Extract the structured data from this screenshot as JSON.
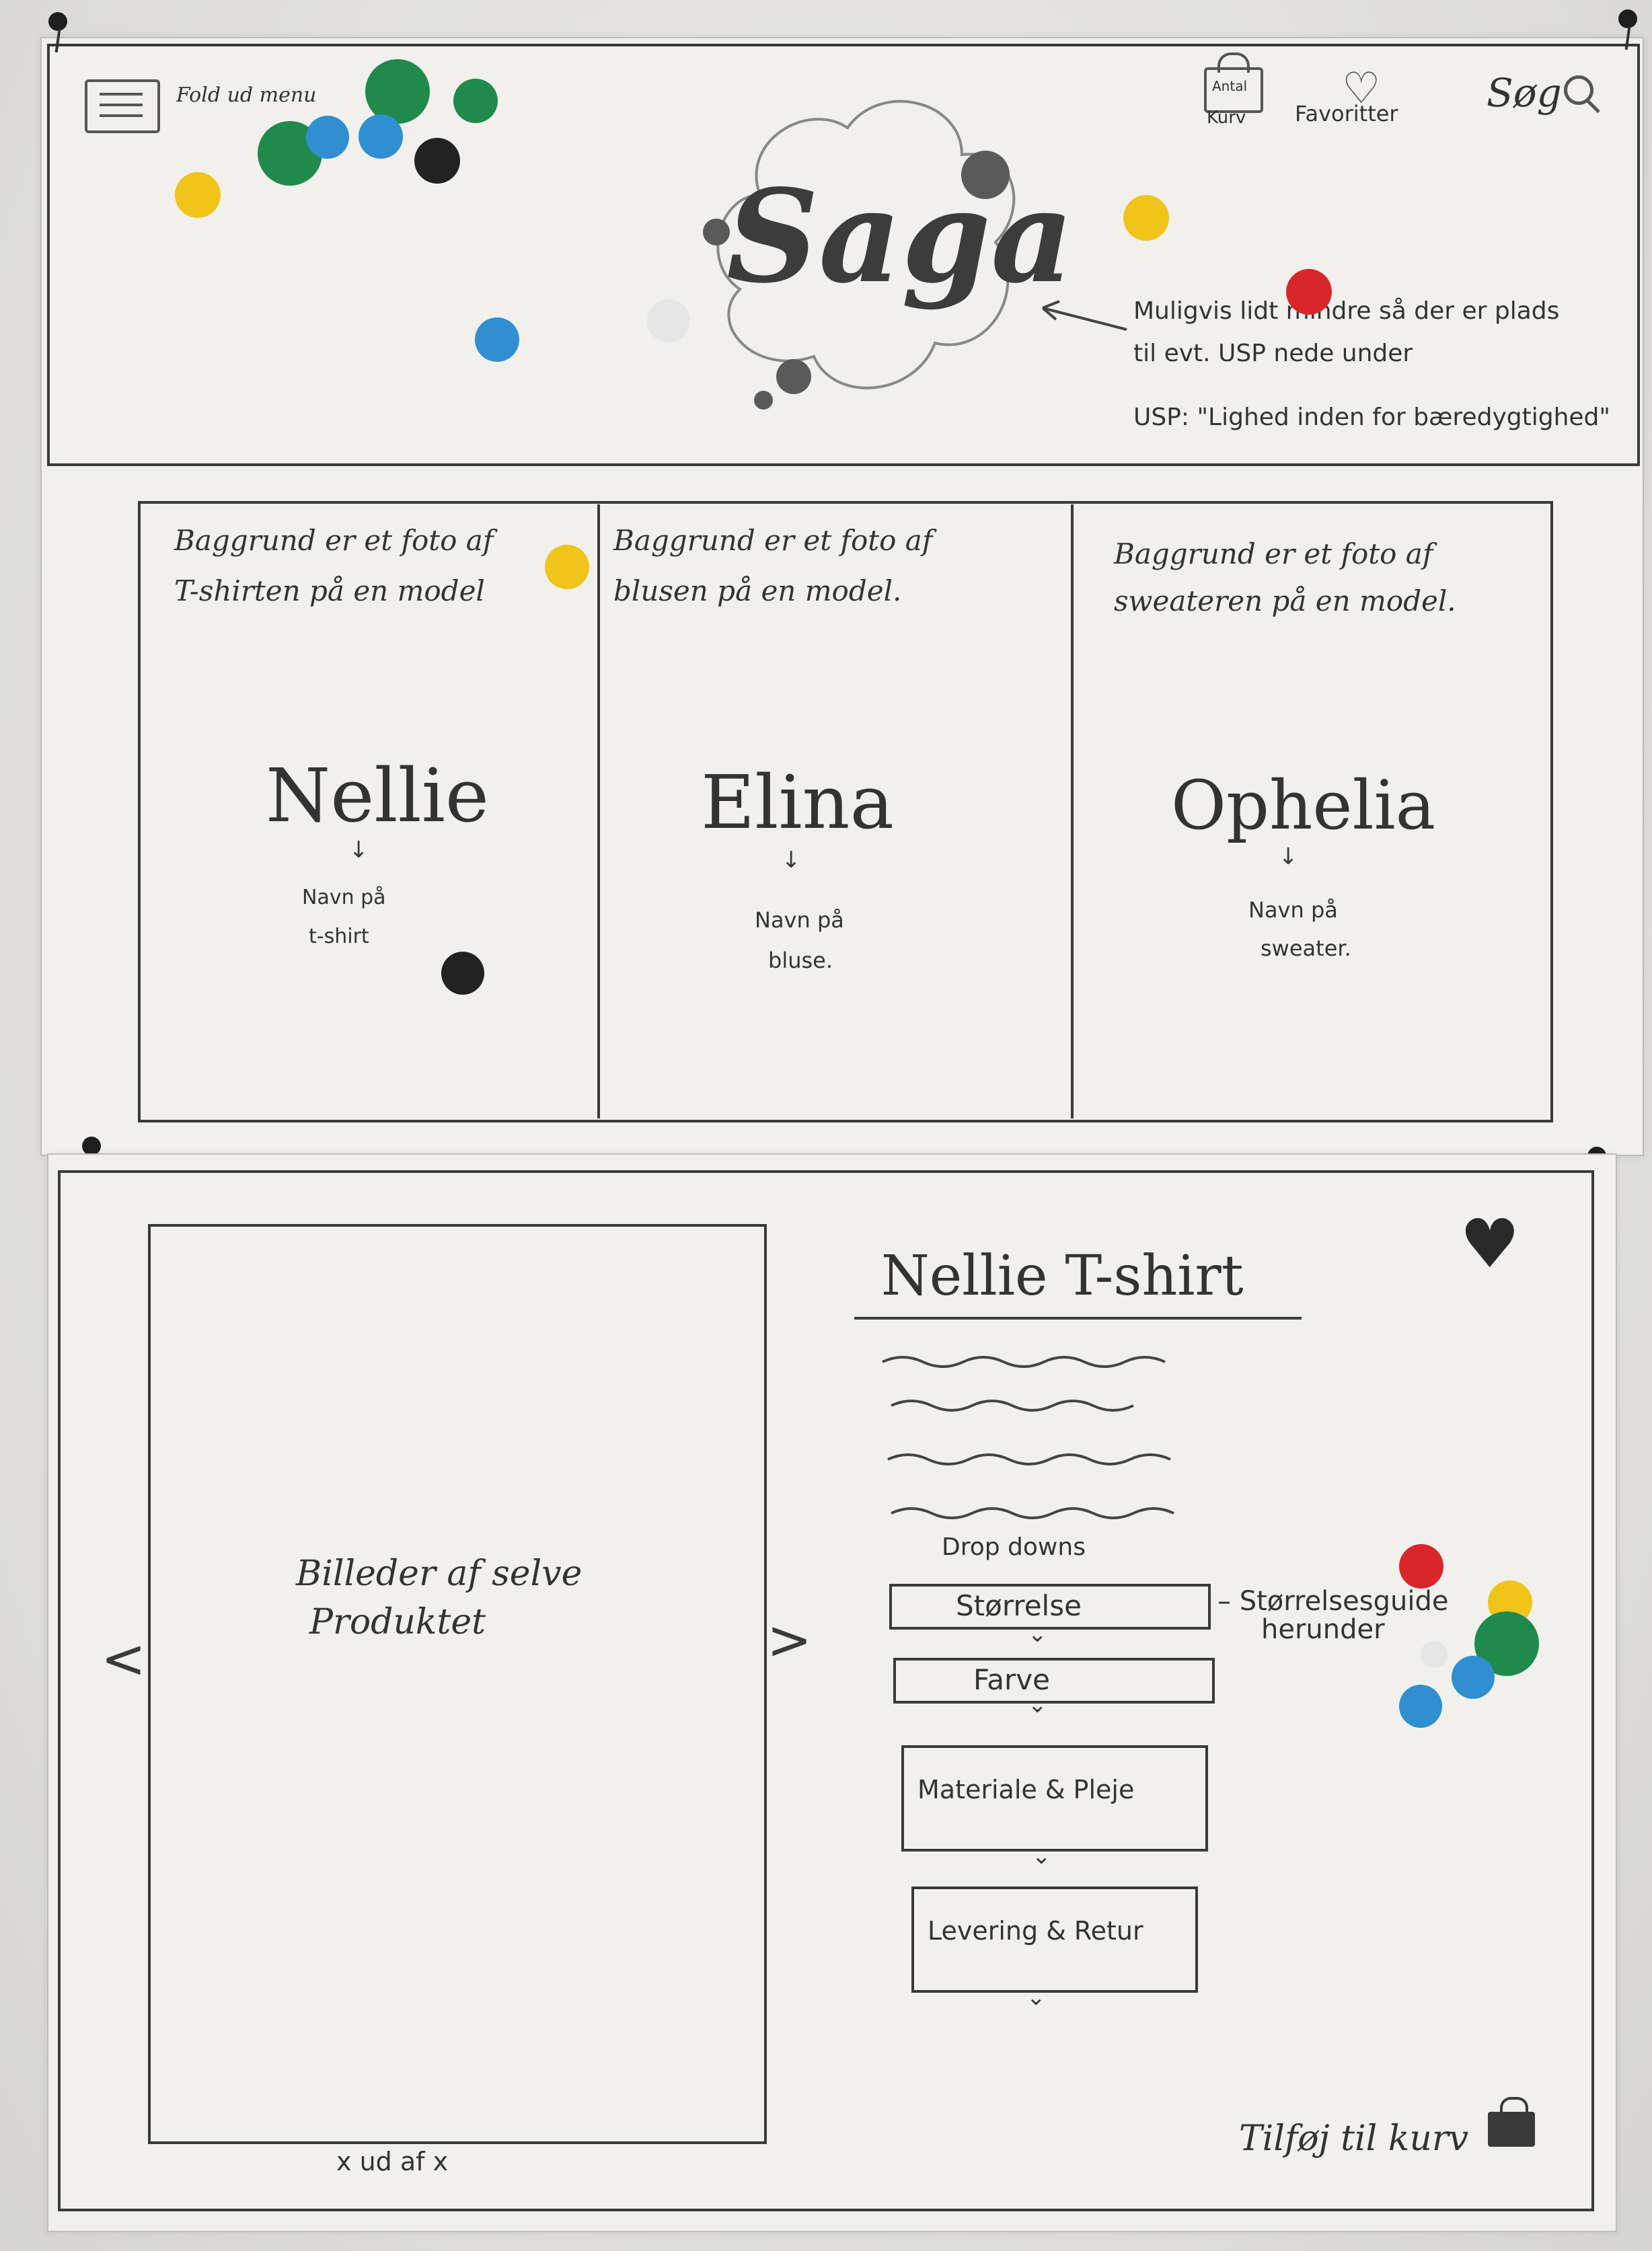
{
  "header": {
    "menu_note": "Fold ud menu",
    "cart_count_label": "Antal",
    "cart_label": "Kurv",
    "favorites_label": "Favoritter",
    "search_label": "Søg",
    "logo_text": "Saga",
    "logo_note_line1": "Muligvis lidt mindre så der er plads",
    "logo_note_line2": "til evt. USP nede under",
    "usp_line": "USP: \"Lighed inden for bæredygtighed\""
  },
  "products": [
    {
      "bg_note_line1": "Baggrund er et foto af",
      "bg_note_line2": "T-shirten på en model",
      "name": "Nellie",
      "name_note_line1": "Navn på",
      "name_note_line2": "t-shirt"
    },
    {
      "bg_note_line1": "Baggrund er et foto af",
      "bg_note_line2": "blusen på en model.",
      "name": "Elina",
      "name_note_line1": "Navn på",
      "name_note_line2": "bluse."
    },
    {
      "bg_note_line1": "Baggrund er et foto af",
      "bg_note_line2": "sweateren på en model.",
      "name": "Ophelia",
      "name_note_line1": "Navn på",
      "name_note_line2": "sweater."
    }
  ],
  "detail": {
    "image_note_line1": "Billeder af selve",
    "image_note_line2": "Produktet",
    "prev_arrow": "<",
    "next_arrow": ">",
    "image_counter": "x ud af x",
    "title": "Nellie T-shirt",
    "dropdowns_label": "Drop downs",
    "dropdowns": [
      {
        "label": "Størrelse"
      },
      {
        "label": "Farve"
      },
      {
        "label": "Materiale & Pleje"
      },
      {
        "label": "Levering & Retur"
      }
    ],
    "size_note_line1": "– Størrelsesguide",
    "size_note_line2": "herunder",
    "add_to_cart": "Tilføj til kurv"
  },
  "colors": {
    "green": "#1f8a4c",
    "blue": "#2f8fd0",
    "yellow": "#f0c419",
    "red": "#d8262b",
    "black": "#222222",
    "paper": "#f1f0ed"
  }
}
